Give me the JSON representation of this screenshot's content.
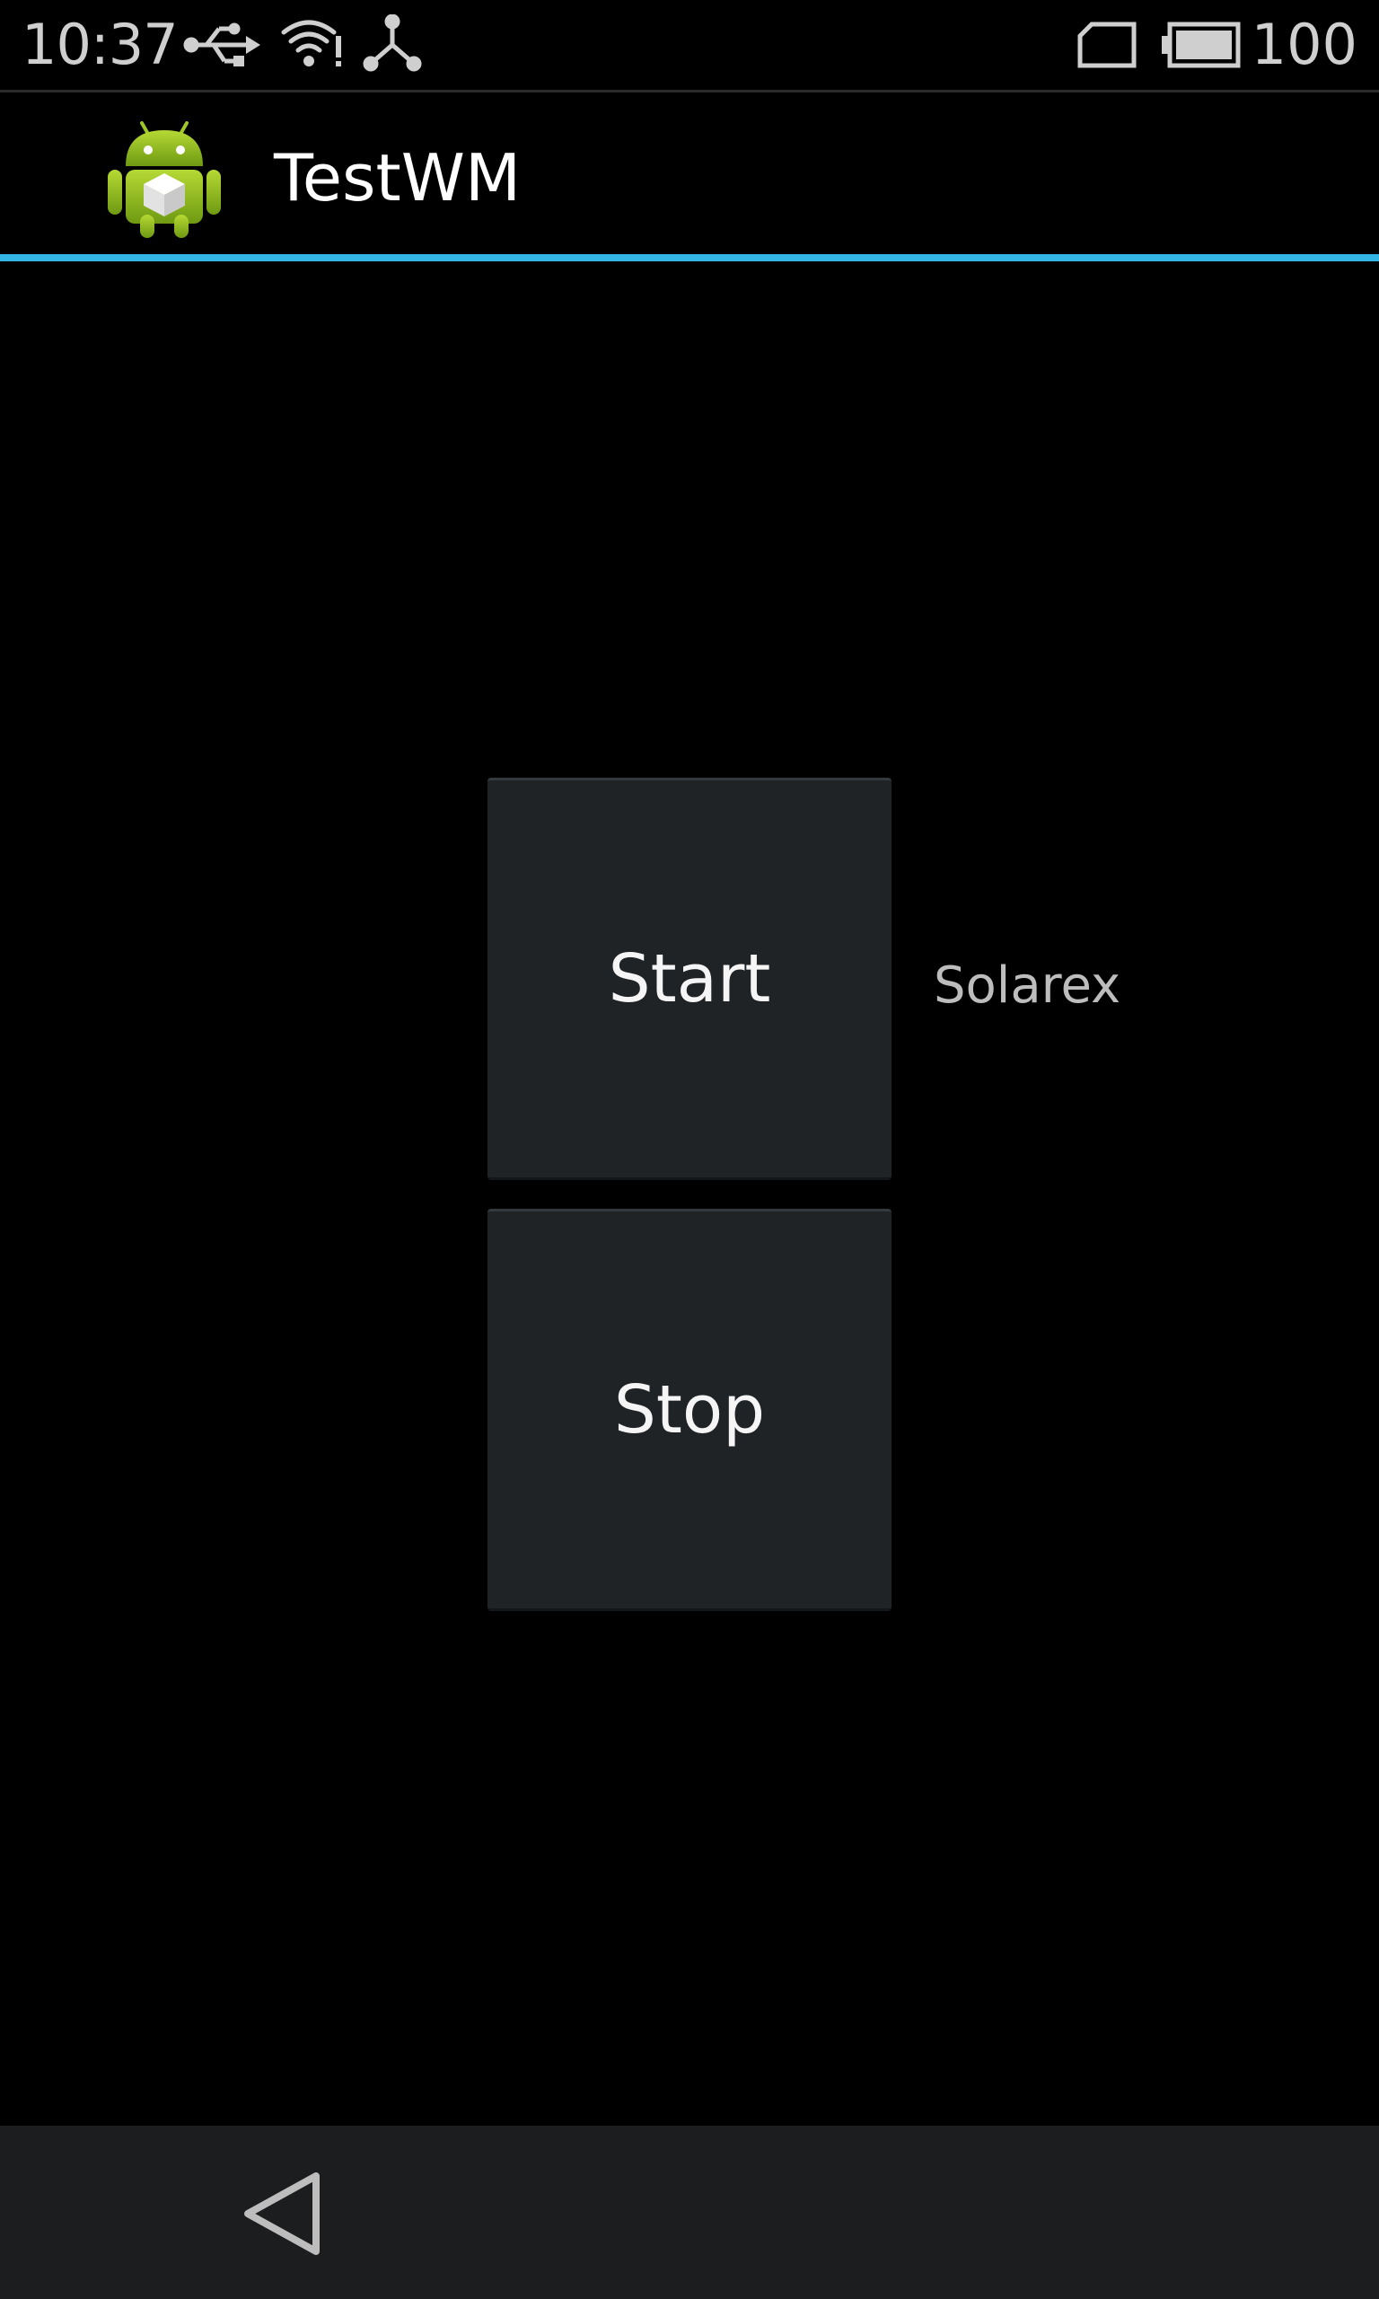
{
  "status_bar": {
    "time": "10:37",
    "battery_level": "100",
    "icons": [
      "usb-icon",
      "wifi-icon",
      "debug-icon",
      "sd-card-icon",
      "battery-icon"
    ]
  },
  "action_bar": {
    "title": "TestWM",
    "icon": "android-robot-icon",
    "accent_color": "#33b5e5"
  },
  "content": {
    "start_label": "Start",
    "stop_label": "Stop",
    "side_label": "Solarex"
  },
  "nav_bar": {
    "back_icon": "back-triangle-icon"
  },
  "colors": {
    "background": "#000000",
    "button": "#1f2326",
    "nav_bar": "#1b1d1f"
  }
}
